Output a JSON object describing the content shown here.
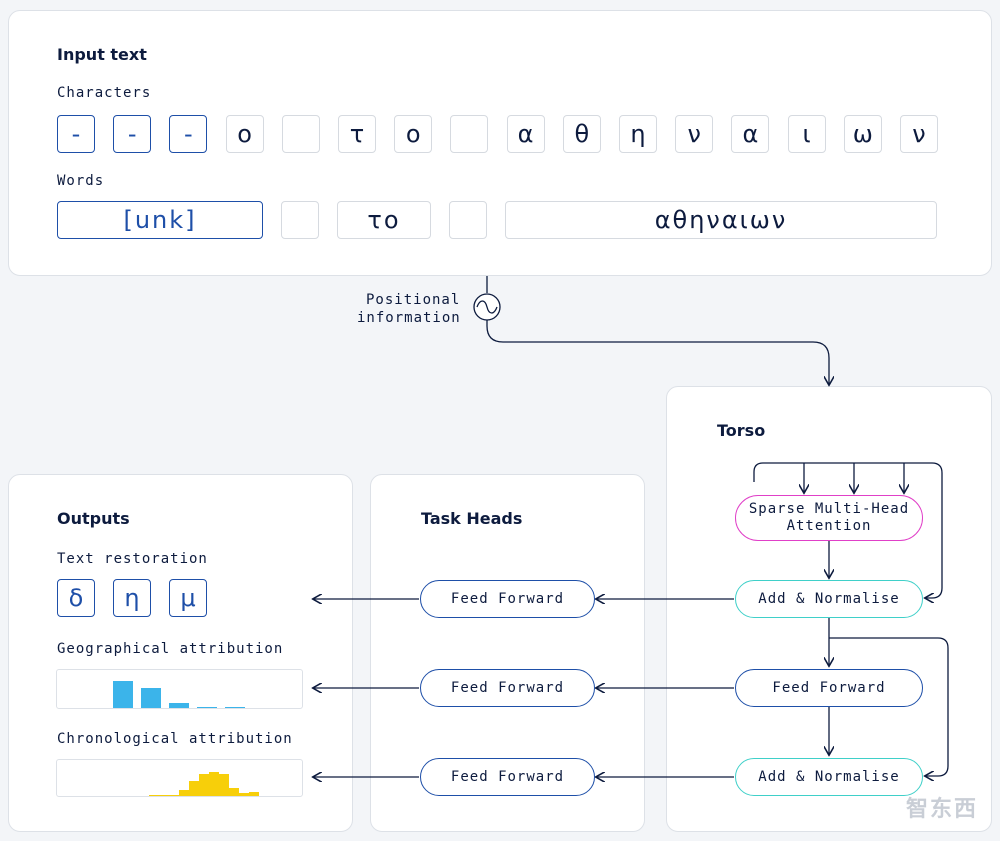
{
  "input": {
    "title": "Input text",
    "characters_label": "Characters",
    "characters": [
      {
        "t": "-",
        "hl": true
      },
      {
        "t": "-",
        "hl": true
      },
      {
        "t": "-",
        "hl": true
      },
      {
        "t": "ο",
        "hl": false
      },
      {
        "t": "",
        "hl": false
      },
      {
        "t": "τ",
        "hl": false
      },
      {
        "t": "ο",
        "hl": false
      },
      {
        "t": "",
        "hl": false
      },
      {
        "t": "α",
        "hl": false
      },
      {
        "t": "θ",
        "hl": false
      },
      {
        "t": "η",
        "hl": false
      },
      {
        "t": "ν",
        "hl": false
      },
      {
        "t": "α",
        "hl": false
      },
      {
        "t": "ι",
        "hl": false
      },
      {
        "t": "ω",
        "hl": false
      },
      {
        "t": "ν",
        "hl": false
      }
    ],
    "words_label": "Words",
    "words": [
      {
        "t": "[unk]",
        "hl": true
      },
      {
        "t": "",
        "hl": false
      },
      {
        "t": "το",
        "hl": false
      },
      {
        "t": "",
        "hl": false
      },
      {
        "t": "αθηναιων",
        "hl": false
      }
    ]
  },
  "positional": {
    "line1": "Positional",
    "line2": "information"
  },
  "torso": {
    "title": "Torso",
    "attention_line1": "Sparse Multi-Head",
    "attention_line2": "Attention",
    "add_norm_1": "Add & Normalise",
    "feed_forward": "Feed Forward",
    "add_norm_2": "Add & Normalise"
  },
  "task_heads": {
    "title": "Task Heads",
    "ff1": "Feed Forward",
    "ff2": "Feed Forward",
    "ff3": "Feed Forward"
  },
  "outputs": {
    "title": "Outputs",
    "text_restoration_label": "Text restoration",
    "restored_chars": [
      "δ",
      "η",
      "μ"
    ],
    "geo_label": "Geographical attribution",
    "chrono_label": "Chronological attribution"
  },
  "chart_data": [
    {
      "type": "bar",
      "title": "Geographical attribution",
      "color": "#3bb4ea",
      "values": [
        0.85,
        0.62,
        0.16,
        0.04,
        0.04
      ]
    },
    {
      "type": "bar",
      "title": "Chronological attribution",
      "color": "#f7cf0a",
      "values": [
        0.03,
        0.03,
        0.03,
        0.2,
        0.55,
        0.8,
        0.85,
        0.78,
        0.3,
        0.12,
        0.15
      ]
    }
  ],
  "colors": {
    "navy": "#0d1b3e",
    "blue": "#1e4fa8",
    "pink": "#e040c8",
    "teal": "#3fd0c9",
    "geo": "#3bb4ea",
    "chrono": "#f7cf0a"
  },
  "watermark": "智东西"
}
